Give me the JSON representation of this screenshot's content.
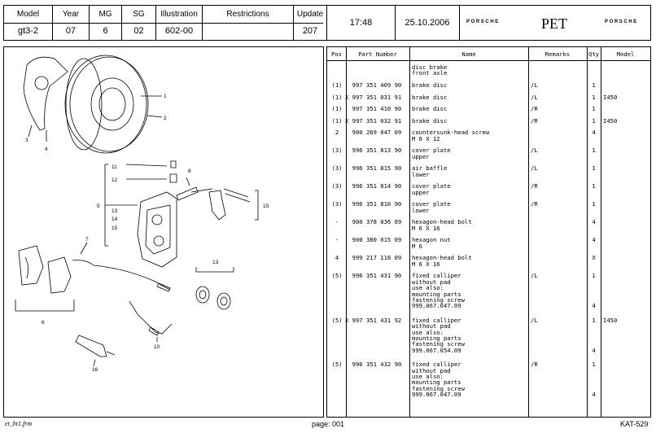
{
  "header": {
    "model_label": "Model",
    "model_value": "gt3-2",
    "year_label": "Year",
    "year_value": "07",
    "mg_label": "MG",
    "mg_value": "6",
    "sg_label": "SG",
    "sg_value": "02",
    "illustration_label": "Illustration",
    "illustration_value": "602-00",
    "restrictions_label": "Restrictions",
    "restrictions_value": "",
    "update_label": "Update",
    "update_value": "207",
    "time": "17:48",
    "date": "25.10.2006",
    "brand_left": "PORSCHE",
    "app_name": "PET",
    "brand_right": "PORSCHE"
  },
  "table": {
    "columns": [
      "Pos",
      "Part Number",
      "Name",
      "Remarks",
      "Qty",
      "Model"
    ],
    "rows": [
      {
        "pos": "",
        "part": "",
        "name": "disc brake\nfront axle",
        "remarks": "",
        "qty": "",
        "model": ""
      },
      {
        "pos": "(1)",
        "part": "  997 351 409 90",
        "name": "brake disc",
        "remarks": "/L",
        "qty": "1",
        "model": ""
      },
      {
        "pos": "(1)",
        "part": "X 997 351 031 91",
        "name": "brake disc",
        "remarks": "/L",
        "qty": "1",
        "model": "I450"
      },
      {
        "pos": "(1)",
        "part": "  997 351 410 90",
        "name": "brake disc",
        "remarks": "/R",
        "qty": "1",
        "model": ""
      },
      {
        "pos": "(1)",
        "part": "X 997 351 032 91",
        "name": "brake disc",
        "remarks": "/R",
        "qty": "1",
        "model": "I450"
      },
      {
        "pos": "2",
        "part": "  900 269 047 09",
        "name": "countersunk-head screw\nM 6 X 12",
        "remarks": "",
        "qty": "4",
        "model": ""
      },
      {
        "pos": "(3)",
        "part": "  996 351 813 90",
        "name": "cover plate\nupper",
        "remarks": "/L",
        "qty": "1",
        "model": ""
      },
      {
        "pos": "(3)",
        "part": "  996 351 815 90",
        "name": "air baffle\nlower",
        "remarks": "/L",
        "qty": "1",
        "model": ""
      },
      {
        "pos": "(3)",
        "part": "  996 351 814 90",
        "name": "cover plate\nupper",
        "remarks": "/R",
        "qty": "1",
        "model": ""
      },
      {
        "pos": "(3)",
        "part": "  996 351 816 90",
        "name": "cover plate\nlower",
        "remarks": "/R",
        "qty": "1",
        "model": ""
      },
      {
        "pos": "-",
        "part": "  900 378 036 09",
        "name": "hexagon-head bolt\nM 6 X 16",
        "remarks": "",
        "qty": "4",
        "model": ""
      },
      {
        "pos": "-",
        "part": "  900 380 015 09",
        "name": "hexagon nut\nM 6",
        "remarks": "",
        "qty": "4",
        "model": ""
      },
      {
        "pos": "4",
        "part": "  999 217 116 09",
        "name": "hexagon-head bolt\nM 6 X 16",
        "remarks": "",
        "qty": "X",
        "model": ""
      },
      {
        "pos": "(5)",
        "part": "  996 351 431 90",
        "name": "fixed calliper\nwithout pad\nuse also:\nmounting parts\nfastening screw\n999.067.047.09",
        "remarks": "/L",
        "qty": "1\n\n\n\n\n4",
        "model": ""
      },
      {
        "pos": "(5)",
        "part": "X 997 351 431 92",
        "name": "fixed calliper\nwithout pad\nuse also:\nmounting parts\nfastening screw\n999.067.054.09",
        "remarks": "/L",
        "qty": "1\n\n\n\n\n4",
        "model": "I450"
      },
      {
        "pos": "(5)",
        "part": "  996 351 432 90",
        "name": "fixed calliper\nwithout pad\nuse also:\nmounting parts\nfastening screw\n999.067.047.09",
        "remarks": "/R",
        "qty": "1\n\n\n\n\n4",
        "model": ""
      }
    ]
  },
  "diagram_labels": [
    "1",
    "2",
    "3",
    "4",
    "5",
    "6",
    "7",
    "8",
    "10",
    "11",
    "12",
    "13",
    "14",
    "15",
    "13",
    "15",
    "16"
  ],
  "footer": {
    "file": "et_bt1.frm",
    "page": "page: 001",
    "catalog": "KAT-529"
  }
}
